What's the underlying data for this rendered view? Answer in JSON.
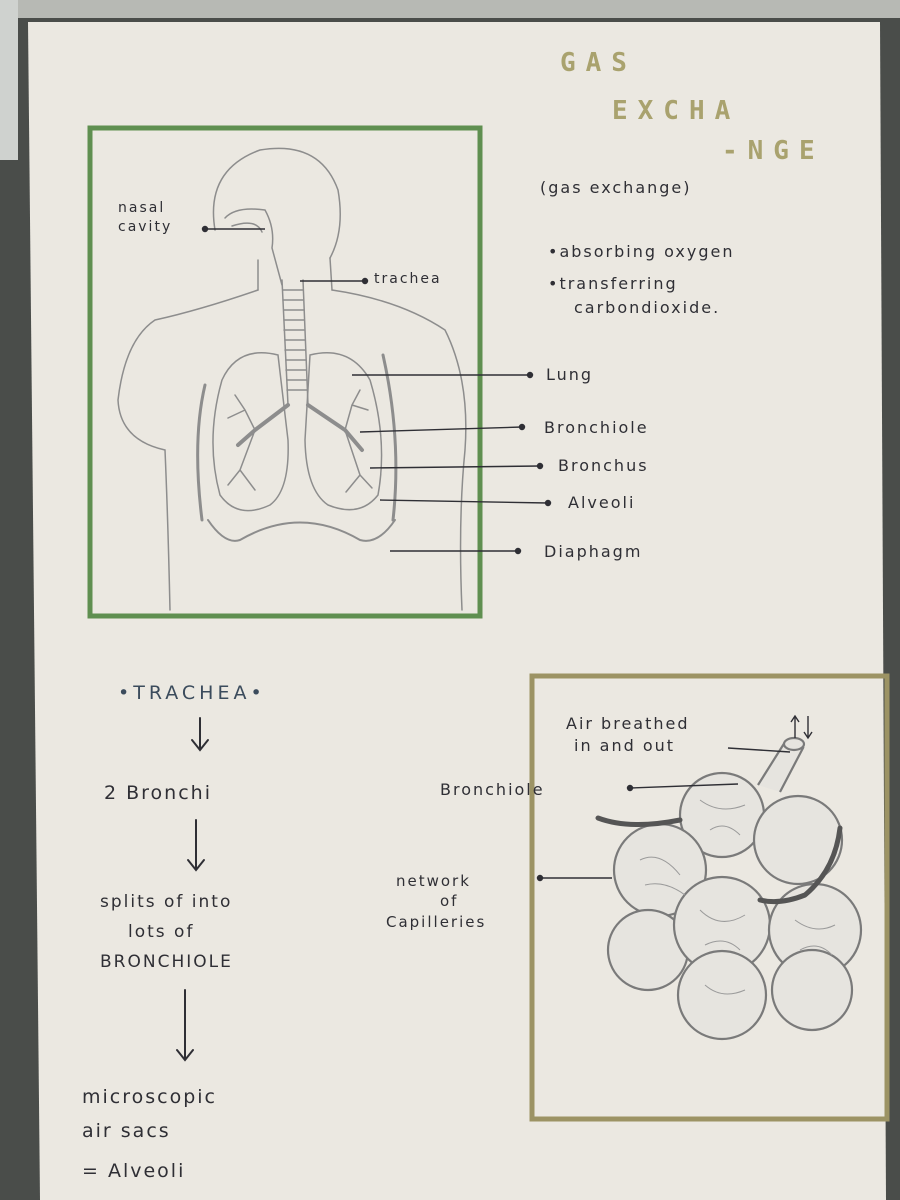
{
  "title": {
    "line1": "GAS",
    "line2": "EXCHA",
    "line3": "-NGE"
  },
  "notes": {
    "definition": "(gas exchange)",
    "point1": "•absorbing oxygen",
    "point2_line1": "•transferring",
    "point2_line2": "carbondioxide."
  },
  "respiratory_labels": {
    "nasal_cavity_1": "nasal",
    "nasal_cavity_2": "cavity",
    "trachea": "trachea",
    "lung": "Lung",
    "bronchiole": "Bronchiole",
    "bronchus": "Bronchus",
    "alveoli": "Alveoli",
    "diaphragm": "Diaphagm"
  },
  "flow": {
    "step1": "•TRACHEA•",
    "step2": "2 Bronchi",
    "step3_line1": "splits of into",
    "step3_line2": "lots of",
    "step3_line3": "BRONCHIOLE",
    "step4_line1": "microscopic",
    "step4_line2": "air sacs",
    "step4_line3": "= Alveoli"
  },
  "alveoli_labels": {
    "air_1": "Air breathed",
    "air_2": "in and out",
    "bronchiole": "Bronchiole",
    "network_1": "network",
    "network_2": "of",
    "network_3": "Capilleries"
  },
  "colors": {
    "background": "#4a4d4a",
    "paper": "#ebe8e1",
    "green_frame": "#5f8f50",
    "gold_frame": "#9c9364",
    "title_gold": "#a9a26e",
    "ink": "#2f2f35",
    "pencil": "#8d8d8d"
  }
}
